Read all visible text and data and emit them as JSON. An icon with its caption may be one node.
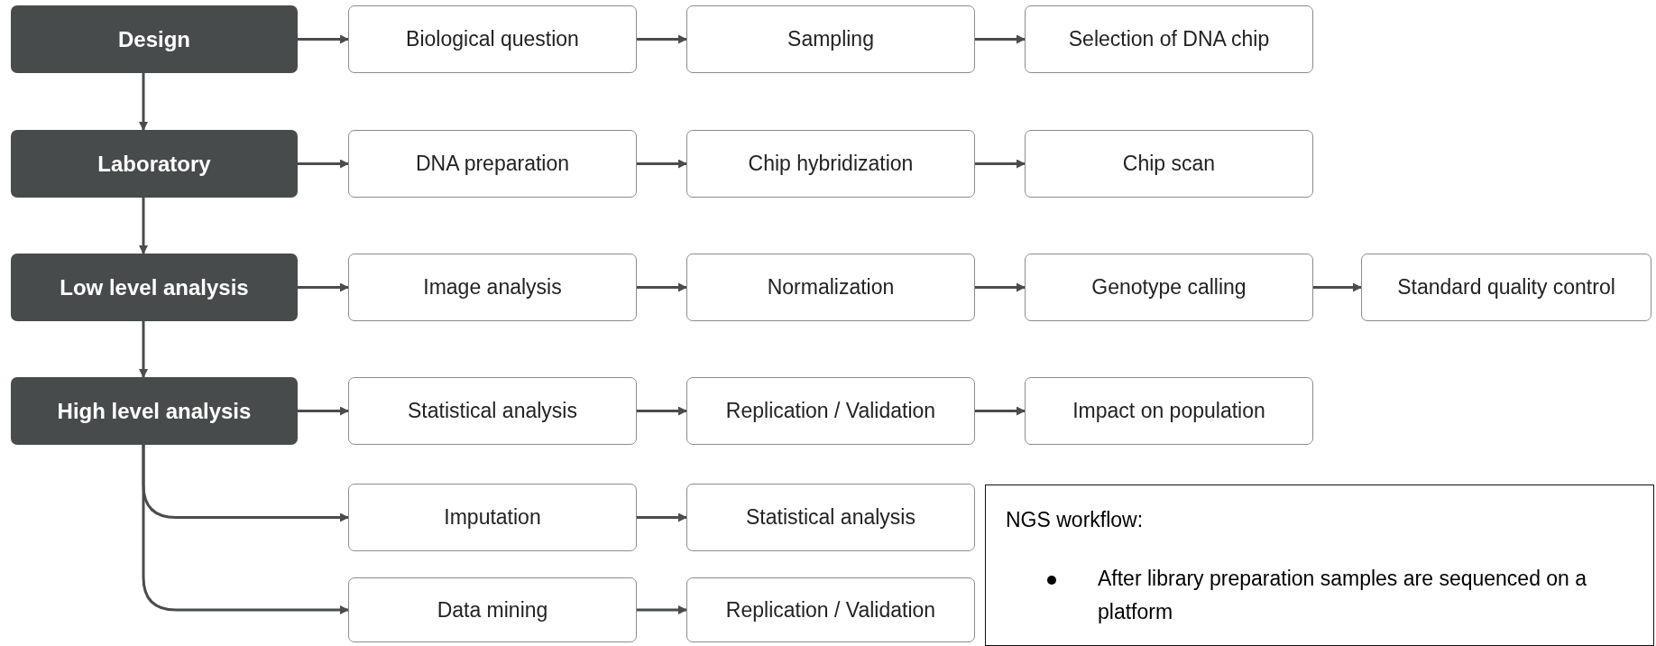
{
  "diagram": {
    "nodes": [
      {
        "text": [
          "Design"
        ]
      },
      {
        "text": [
          "Biological question"
        ]
      },
      {
        "text": [
          "Sampling"
        ]
      },
      {
        "text": [
          "Selection of DNA chip"
        ]
      },
      {
        "text": [
          "Laboratory"
        ]
      },
      {
        "text": [
          "DNA preparation"
        ]
      },
      {
        "text": [
          "Chip hybridization"
        ]
      },
      {
        "text": [
          "Chip scan"
        ]
      },
      {
        "text": [
          "Low level analysis"
        ]
      },
      {
        "text": [
          "Image analysis"
        ]
      },
      {
        "text": [
          "Normalization"
        ]
      },
      {
        "text": [
          "Genotype calling"
        ]
      },
      {
        "text": [
          "Standard quality control"
        ]
      },
      {
        "text": [
          "High level analysis"
        ]
      },
      {
        "text": [
          "Statistical analysis"
        ]
      },
      {
        "text": [
          "Replication / Validation"
        ]
      },
      {
        "text": [
          "Impact on population"
        ]
      },
      {
        "text": [
          "Imputation"
        ]
      },
      {
        "text": [
          "Statistical analysis"
        ]
      },
      {
        "text": [
          "Data mining"
        ]
      },
      {
        "text": [
          "Replication / Validation"
        ]
      },
      {
        "text": [
          "NGS workflow:",
          "After library preparation samples are sequenced on a platform"
        ]
      }
    ],
    "edges": [
      {
        "from": 0,
        "to": 1,
        "arrow": "to"
      },
      {
        "from": 1,
        "to": 2,
        "arrow": "to"
      },
      {
        "from": 2,
        "to": 3,
        "arrow": "to"
      },
      {
        "from": 0,
        "to": 4,
        "arrow": "to"
      },
      {
        "from": 4,
        "to": 5,
        "arrow": "to"
      },
      {
        "from": 5,
        "to": 6,
        "arrow": "to"
      },
      {
        "from": 6,
        "to": 7,
        "arrow": "to"
      },
      {
        "from": 4,
        "to": 8,
        "arrow": "to"
      },
      {
        "from": 8,
        "to": 9,
        "arrow": "to"
      },
      {
        "from": 9,
        "to": 10,
        "arrow": "to"
      },
      {
        "from": 10,
        "to": 11,
        "arrow": "to"
      },
      {
        "from": 11,
        "to": 12,
        "arrow": "to"
      },
      {
        "from": 8,
        "to": 13,
        "arrow": "to"
      },
      {
        "from": 13,
        "to": 14,
        "arrow": "to"
      },
      {
        "from": 14,
        "to": 15,
        "arrow": "to"
      },
      {
        "from": 15,
        "to": 16,
        "arrow": "to"
      },
      {
        "from": 13,
        "to": 17,
        "arrow": "to"
      },
      {
        "from": 13,
        "to": 19,
        "arrow": "to"
      },
      {
        "from": 17,
        "to": 18,
        "arrow": "to"
      },
      {
        "from": 19,
        "to": 20,
        "arrow": "to"
      }
    ]
  }
}
